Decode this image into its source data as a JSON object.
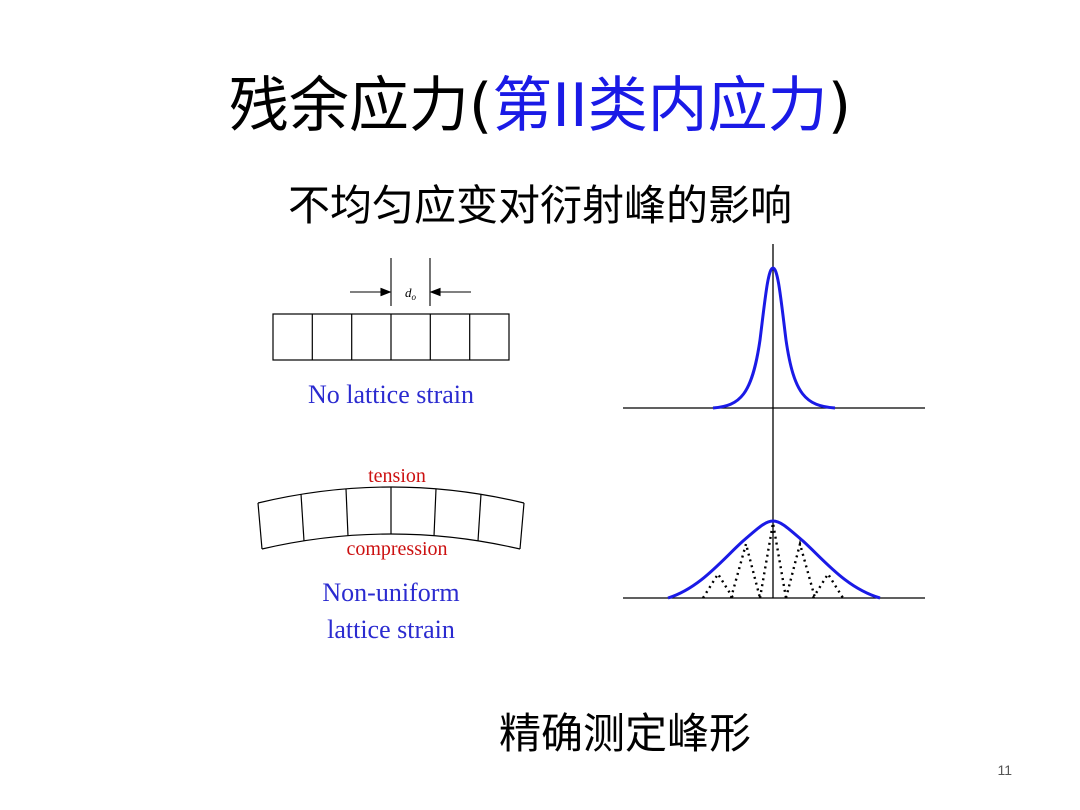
{
  "slide": {
    "title_main": "残余应力(",
    "title_accent": "第II类内应力",
    "title_close": ")",
    "subtitle": "不均匀应变对衍射峰的影响",
    "footer": "精确测定峰形",
    "page_number": "11"
  },
  "diagram": {
    "spacing_label_d": "d",
    "spacing_label_sub": "o",
    "no_strain_label": "No lattice strain",
    "tension_label": "tension",
    "compression_label": "compression",
    "nonuniform_label_line1": "Non-uniform",
    "nonuniform_label_line2": "lattice strain",
    "colors": {
      "label_blue": "#2b2bd0",
      "label_red": "#cc1111",
      "curve_blue": "#1a1ae6",
      "accent_blue": "#1a1ae6"
    }
  }
}
